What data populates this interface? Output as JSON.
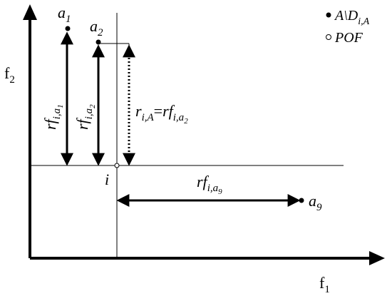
{
  "axes": {
    "x_label": "f",
    "x_sub": "1",
    "y_label": "f",
    "y_sub": "2"
  },
  "legend": {
    "filled": {
      "main": "A\\D",
      "sub": "i,A"
    },
    "hollow": {
      "main": "POF"
    }
  },
  "points": {
    "a1": {
      "main": "a",
      "sub": "1"
    },
    "a2": {
      "main": "a",
      "sub": "2"
    },
    "a9": {
      "main": "a",
      "sub": "9"
    },
    "i": {
      "main": "i"
    }
  },
  "arrows": {
    "rf_a1": {
      "main": "rf",
      "sub": "i,a",
      "subsub": "1"
    },
    "rf_a2": {
      "main": "rf",
      "sub": "i,a",
      "subsub": "2"
    },
    "rf_a9": {
      "main": "rf",
      "sub": "i,a",
      "subsub": "9"
    },
    "r_iA": {
      "lhs": "r",
      "lhs_sub": "i,A",
      "eq": "=",
      "rhs": "rf",
      "rhs_sub": "i,a",
      "rhs_subsub": "2"
    }
  }
}
